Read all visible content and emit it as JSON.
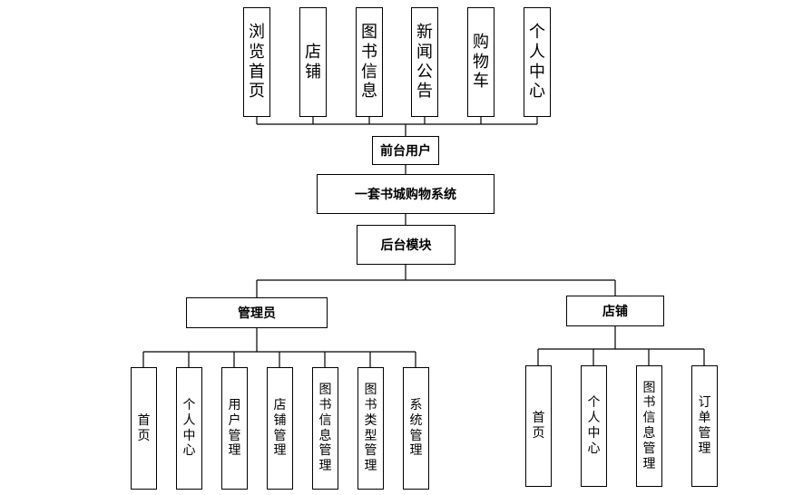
{
  "frontend": {
    "top_items": [
      "浏览首页",
      "店铺",
      "图书信息",
      "新闻公告",
      "购物车",
      "个人中心"
    ],
    "label": "前台用户"
  },
  "system": {
    "title": "一套书城购物系统"
  },
  "backend": {
    "label": "后台模块"
  },
  "admin": {
    "label": "管理员",
    "items": [
      "首页",
      "个人中心",
      "用户管理",
      "店铺管理",
      "图书信息管理",
      "图书类型管理",
      "系统管理"
    ]
  },
  "shop": {
    "label": "店铺",
    "items": [
      "首页",
      "个人中心",
      "图书信息管理",
      "订单管理"
    ]
  }
}
